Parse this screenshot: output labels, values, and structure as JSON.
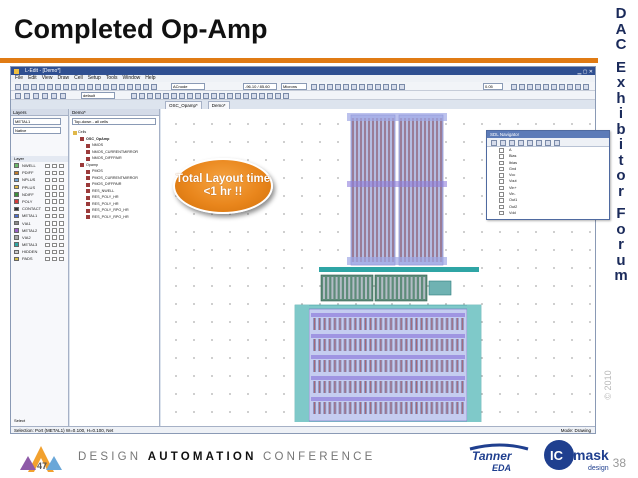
{
  "slide": {
    "title": "Completed Op-Amp",
    "vertical_text": [
      "D",
      "A",
      "C",
      "E",
      "x",
      "h",
      "i",
      "b",
      "i",
      "t",
      "o",
      "r",
      "F",
      "o",
      "r",
      "u",
      "m"
    ],
    "copyright": "© 2010",
    "page_number": "38",
    "accent_color": "#e07b14"
  },
  "app": {
    "window_title": "L-Edit - [Demo*]",
    "menu": [
      "File",
      "Edit",
      "View",
      "Draw",
      "Cell",
      "Setup",
      "Tools",
      "Window",
      "Help"
    ],
    "toolbar": {
      "layer_select": "ACnode",
      "coord_box": "-96.10 / 85.60",
      "unit_select": "Microns",
      "zoom_box": "0.05",
      "style_select": "default"
    },
    "layer_panel": {
      "title": "Layers",
      "current_layer": "METAL1",
      "filter": "Native",
      "header": "Layer",
      "layers": [
        {
          "name": "NWELL",
          "color": "#6bb86b"
        },
        {
          "name": "PDIFF",
          "color": "#c07a2a"
        },
        {
          "name": "NPLUS",
          "color": "#6fa2d4"
        },
        {
          "name": "PPLUS",
          "color": "#e0b84a"
        },
        {
          "name": "NDIFF",
          "color": "#3b8f3b"
        },
        {
          "name": "POLY",
          "color": "#d33a3a"
        },
        {
          "name": "CONTACT",
          "color": "#333333"
        },
        {
          "name": "METAL1",
          "color": "#4c6ecf"
        },
        {
          "name": "VIA1",
          "color": "#888888"
        },
        {
          "name": "METAL2",
          "color": "#9a60c8"
        },
        {
          "name": "VIA2",
          "color": "#aaaaaa"
        },
        {
          "name": "METAL3",
          "color": "#2fa5a5"
        },
        {
          "name": "HIDDEN",
          "color": "#cccccc"
        },
        {
          "name": "PADS",
          "color": "#d4c04a"
        }
      ],
      "footer": "Select"
    },
    "cell_panel": {
      "title": "Demo*",
      "filter": "Top-down - all cells",
      "root": "Cells",
      "items": [
        "OSC_OpAmp",
        "NMOS",
        "NMOS_CURRENTMIRROR",
        "NMOS_DIFFPAIR",
        "Opamp",
        "PMOS",
        "PMOS_CURRENTMIRROR",
        "PMOS_DIFFPAIR",
        "RES_NWELL",
        "RES_POLY_HR",
        "RES_POLY_HR",
        "RES_POLY_RPO_HR",
        "RES_POLY_RPO_HR"
      ]
    },
    "tabs": [
      "OSC_Opamp*",
      "Demo*"
    ],
    "status_left": "Selection: Port (METAL1) W=0.100, H=0.100, Net",
    "status_right": "Mode: Drawing",
    "sdl_navigator": {
      "title": "SDL Navigator",
      "nets": [
        "A",
        "Bias",
        "Ibias",
        "Gnd",
        "Vcc",
        "Vout",
        "Vin+",
        "Vin-",
        "Out1",
        "Out2",
        "Vdd"
      ]
    }
  },
  "callout": {
    "line1": "Total Layout time",
    "line2": "<1 hr !!"
  },
  "footer": {
    "conf_prefix": "DESIGN",
    "conf_bold": "AUTOMATION",
    "conf_suffix": "CONFERENCE",
    "dac_number": "47",
    "tanner_word": "Tanner",
    "tanner_sub": "EDA",
    "icmask_ic": "IC",
    "icmask_word": "mask",
    "icmask_sub": "design"
  }
}
